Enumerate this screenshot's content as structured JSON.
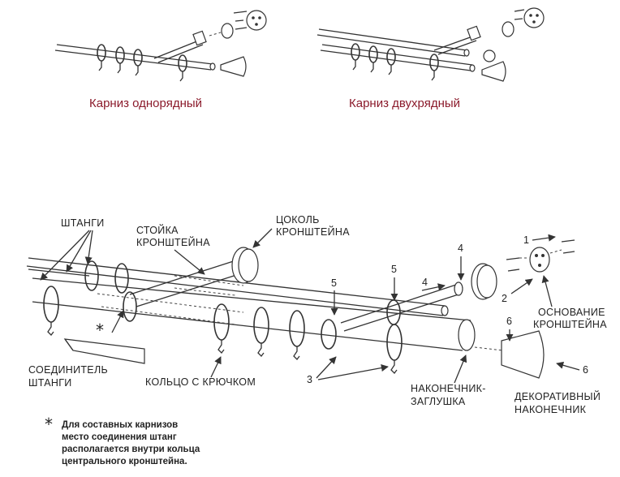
{
  "captions": {
    "single": "Карниз однорядный",
    "double": "Карниз двухрядный"
  },
  "labels": {
    "rods": "ШТАНГИ",
    "stand_line1": "СТОЙКА",
    "stand_line2": "КРОНШТЕЙНА",
    "socle_line1": "ЦОКОЛЬ",
    "socle_line2": "КРОНШТЕЙНА",
    "connector_line1": "СОЕДИНИТЕЛЬ",
    "connector_line2": "ШТАНГИ",
    "ring_hook": "КОЛЬЦО С КРЮЧКОМ",
    "endcap_line1": "НАКОНЕЧНИК-",
    "endcap_line2": "ЗАГЛУШКА",
    "base_line1": "ОСНОВАНИЕ",
    "base_line2": "КРОНШТЕЙНА",
    "decor_line1": "ДЕКОРАТИВНЫЙ",
    "decor_line2": "НАКОНЕЧНИК"
  },
  "numbers": {
    "n1": "1",
    "n2": "2",
    "n3": "3",
    "n4a": "4",
    "n4b": "4",
    "n5a": "5",
    "n5b": "5",
    "n6a": "6",
    "n6b": "6"
  },
  "note": {
    "star": "*",
    "asterisk_label": "*",
    "line1": "Для составных карнизов",
    "line2": "место соединения штанг",
    "line3": "располагается внутри кольца",
    "line4": "центрального кронштейна."
  }
}
